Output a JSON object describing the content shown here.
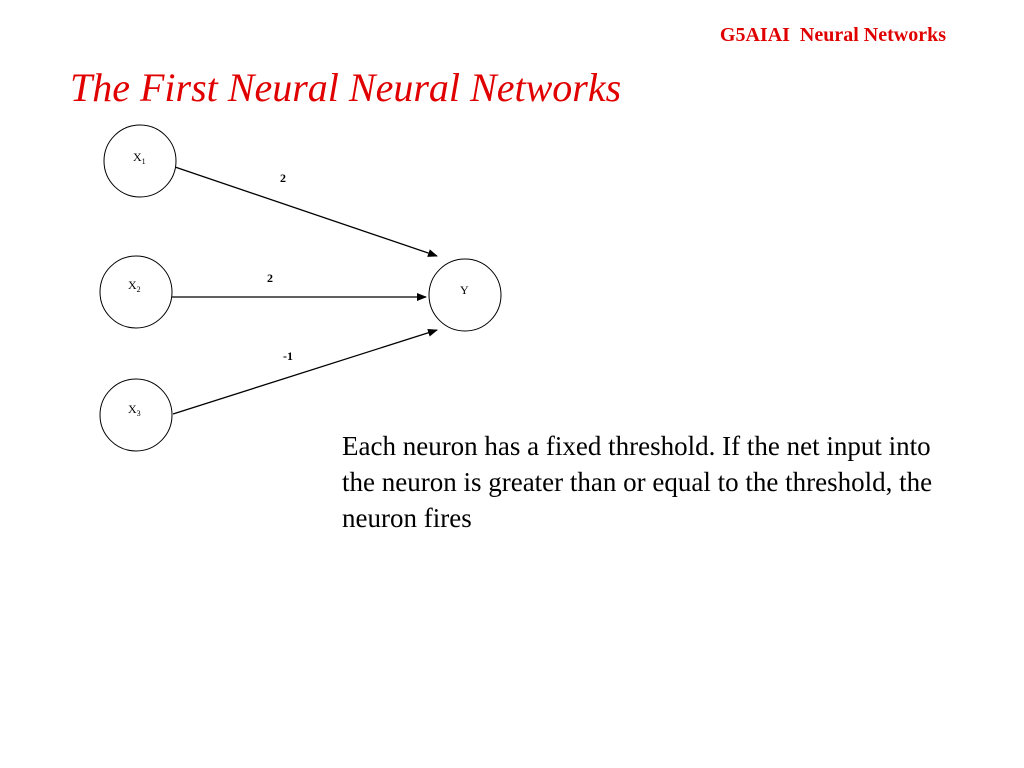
{
  "header": {
    "course_label": "G5AIAI  Neural Networks"
  },
  "title": "The First Neural Neural Networks",
  "diagram": {
    "nodes": [
      {
        "id": "x1",
        "label": "X",
        "sub": "1"
      },
      {
        "id": "x2",
        "label": "X",
        "sub": "2"
      },
      {
        "id": "x3",
        "label": "X",
        "sub": "3"
      },
      {
        "id": "y",
        "label": "Y",
        "sub": ""
      }
    ],
    "edges": [
      {
        "from": "x1",
        "to": "y",
        "weight": "2"
      },
      {
        "from": "x2",
        "to": "y",
        "weight": "2"
      },
      {
        "from": "x3",
        "to": "y",
        "weight": "-1"
      }
    ],
    "colors": {
      "title": "#e00000",
      "lines": "#000000"
    }
  },
  "body": {
    "text": "Each neuron has a fixed threshold. If the net input into the neuron is greater than or equal to the threshold, the neuron fires"
  }
}
